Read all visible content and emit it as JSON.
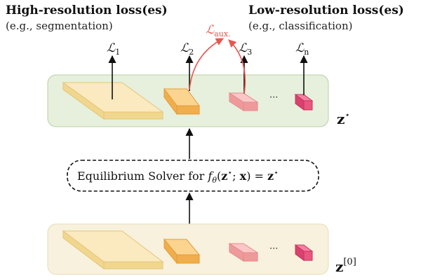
{
  "headers": {
    "high_title": "High-resolution loss(es)",
    "high_sub": "(e.g., segmentation)",
    "low_title": "Low-resolution loss(es)",
    "low_sub": "(e.g., classification)"
  },
  "losses": [
    {
      "symbol": "ℒ",
      "sub": "1"
    },
    {
      "symbol": "ℒ",
      "sub": "2"
    },
    {
      "symbol": "ℒ",
      "sub": "3"
    },
    {
      "symbol": "ℒ",
      "sub": "n"
    }
  ],
  "aux_loss": {
    "symbol": "ℒ",
    "sub": "aux."
  },
  "ellipsis": "···",
  "solver": {
    "prefix": "Equilibrium Solver for ",
    "f": "f",
    "theta": "θ",
    "open": "(",
    "z": "z",
    "star": "⋆",
    "sep": "; ",
    "x": "x",
    "close": ") = "
  },
  "labels": {
    "z_star": "z",
    "z_star_sup": "⋆",
    "z0": "z",
    "z0_sup": "[0]"
  },
  "colors": {
    "top_panel_fill": "#e6f0dc",
    "top_panel_stroke": "#b8d0a4",
    "bottom_panel_fill": "#f8f1dd",
    "bottom_panel_stroke": "#e6dcbc",
    "aux_red": "#e8574f",
    "block1_top": "#fbe9c0",
    "block1_side": "#f1d68e",
    "block2_top": "#fbd490",
    "block2_side": "#f0ae4c",
    "block3_top": "#fbc6c6",
    "block3_side": "#ef9a9a",
    "block4_top": "#f57fa0",
    "block4_side": "#d9426e"
  }
}
